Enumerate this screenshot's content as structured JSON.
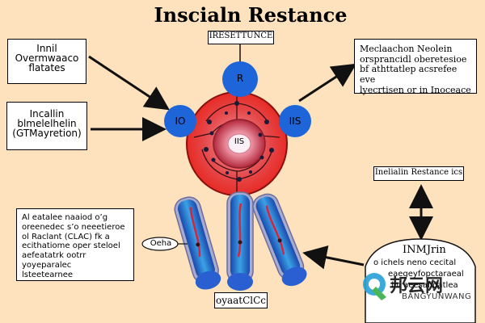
{
  "title": "Inscialn Restance",
  "top_label": "IRESETTUNCE",
  "left_top_box": {
    "lines": [
      "Innil",
      "Overmwaaco",
      "flatates"
    ]
  },
  "left_mid_box": {
    "lines": [
      "Incallin",
      "blmelelhelin",
      "(GTMayretion)"
    ]
  },
  "left_bottom_box": {
    "lines": [
      "Al eatalee naaiod o’g",
      "oreenedec s’o neeetieroe",
      "ol Raclant (CLAC) fk a",
      "ecithatiome oper steloel",
      "aefeatatrk ootrr yoyeparalec",
      "lsteetearnee"
    ]
  },
  "right_top_box": {
    "lines": [
      "Meclaachon Neolein",
      "orsprancidl oberetesioe",
      "bf athttatlep acsrefee eve",
      "lyecrtisen or in Inoceace"
    ]
  },
  "right_mid_box": {
    "label": "Inelialin Restance ics"
  },
  "circles": {
    "top": "R",
    "left": "IO",
    "right": "IIS",
    "center": "IIS"
  },
  "small_label": "Oeha",
  "bottom_label": "oyaatClCc",
  "right_bottom": {
    "heading": "INMJrin",
    "lines": [
      "o ichels neno cecital",
      "eaegeyfopctaraeal",
      "ini aeesafidatlea"
    ]
  },
  "watermark": {
    "cjk": "邦云网",
    "latin": "BANGYUNWANG"
  },
  "colors": {
    "background": "#fde2bd",
    "circle_blue": "#1d65d8",
    "outer_red": "#e8221a",
    "inner_red": "#c42e3e",
    "finger_blue": "#1a66c8"
  }
}
